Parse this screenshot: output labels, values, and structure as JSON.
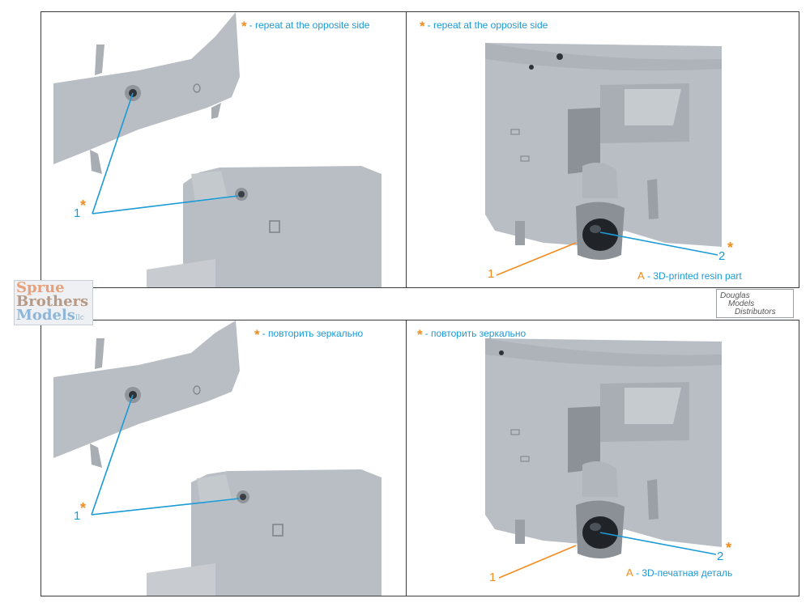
{
  "top_left": {
    "note": "- repeat at the opposite side",
    "callout_1": "1"
  },
  "top_right": {
    "note": "- repeat at the opposite side",
    "callout_1": "1",
    "callout_2": "2",
    "caption_letter": "A",
    "caption_text": "- 3D-printed resin part"
  },
  "bottom_left": {
    "note": "- повторить зеркально",
    "callout_1": "1"
  },
  "bottom_right": {
    "note": "- повторить зеркально",
    "callout_1": "1",
    "callout_2": "2",
    "caption_letter": "A",
    "caption_text": "- 3D-печатная деталь"
  },
  "star_symbol": "*",
  "watermark_left": {
    "line1": "Sprue",
    "line2": "Brothers",
    "line3": "Models",
    "suffix": "llc"
  },
  "watermark_right": {
    "line1": "Douglas",
    "line2": "Models",
    "line3": "Distributors"
  },
  "colors": {
    "accent_blue": "#1a9ad6",
    "accent_orange": "#f28c1f",
    "part_gray": "#b9bec4",
    "border": "#3a3a3a"
  }
}
